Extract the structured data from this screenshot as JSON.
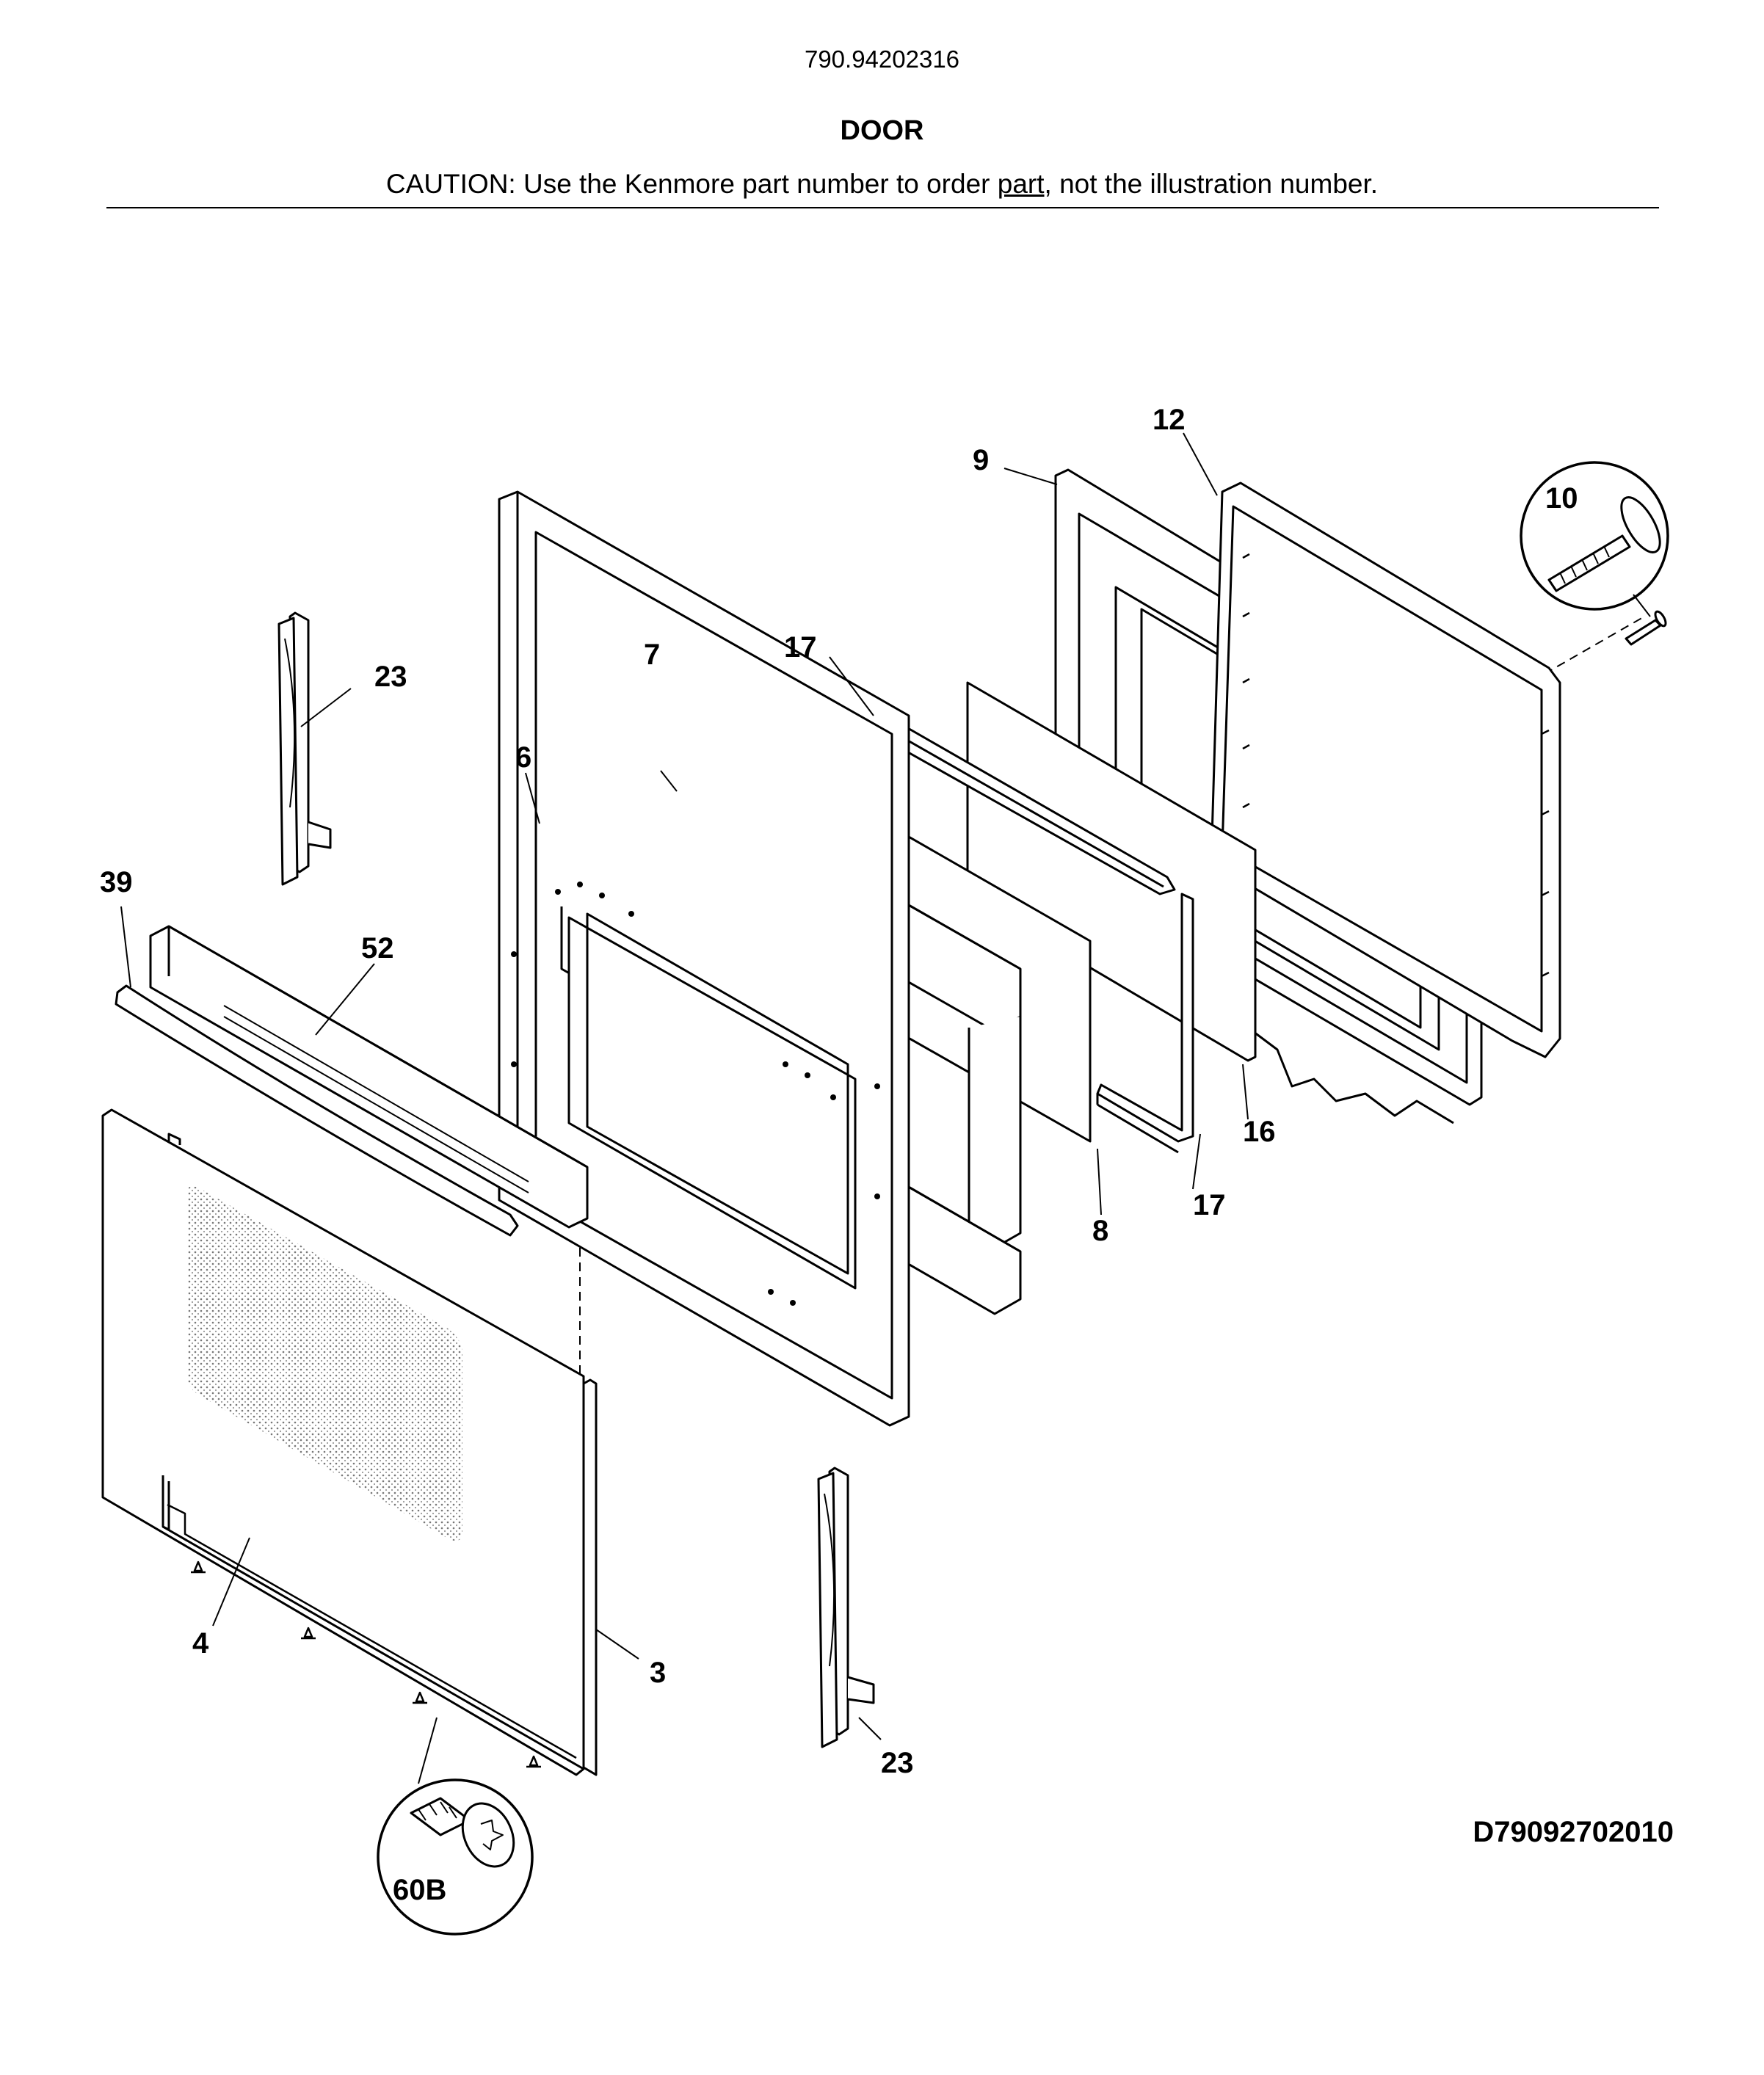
{
  "header": {
    "model_number": "790.94202316",
    "section_title": "DOOR",
    "caution_prefix": "CAUTION: Use the Kenmore part number to order ",
    "caution_link": "part",
    "caution_suffix": ", not the illustration number."
  },
  "callouts": {
    "c3": "3",
    "c4": "4",
    "c6": "6",
    "c7": "7",
    "c8": "8",
    "c9": "9",
    "c10": "10",
    "c12": "12",
    "c16": "16",
    "c17a": "17",
    "c17b": "17",
    "c23a": "23",
    "c23b": "23",
    "c39": "39",
    "c52": "52",
    "c60b": "60B"
  },
  "diagram_code": "D79092702010"
}
